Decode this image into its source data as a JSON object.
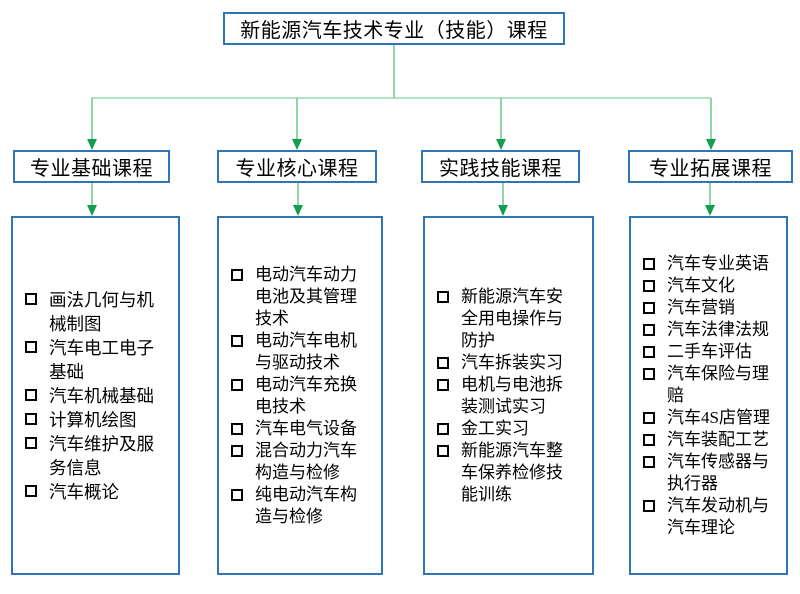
{
  "theme": {
    "box_border_blue": "#2e75b6",
    "connector_green": "#6fcb91",
    "arrow_green": "#139d51",
    "bullet_black": "#000000"
  },
  "title": "新能源汽车技术专业（技能）课程",
  "branches": [
    {
      "header": "专业基础课程",
      "courses": [
        "画法几何与机械制图",
        "汽车电工电子基础",
        "汽车机械基础",
        "计算机绘图",
        "汽车维护及服务信息",
        "汽车概论"
      ]
    },
    {
      "header": "专业核心课程",
      "courses": [
        "电动汽车动力电池及其管理技术",
        "电动汽车电机与驱动技术",
        "电动汽车充换电技术",
        "汽车电气设备",
        "混合动力汽车构造与检修",
        "纯电动汽车构造与检修"
      ]
    },
    {
      "header": "实践技能课程",
      "courses": [
        "新能源汽车安全用电操作与防护",
        "汽车拆装实习",
        "电机与电池拆装测试实习",
        "金工实习",
        "新能源汽车整车保养检修技能训练"
      ]
    },
    {
      "header": "专业拓展课程",
      "courses": [
        "汽车专业英语",
        "汽车文化",
        "汽车营销",
        "汽车法律法规",
        "二手车评估",
        "汽车保险与理赔",
        "汽车4S店管理",
        "汽车装配工艺",
        "汽车传感器与执行器",
        "汽车发动机与汽车理论"
      ]
    }
  ]
}
